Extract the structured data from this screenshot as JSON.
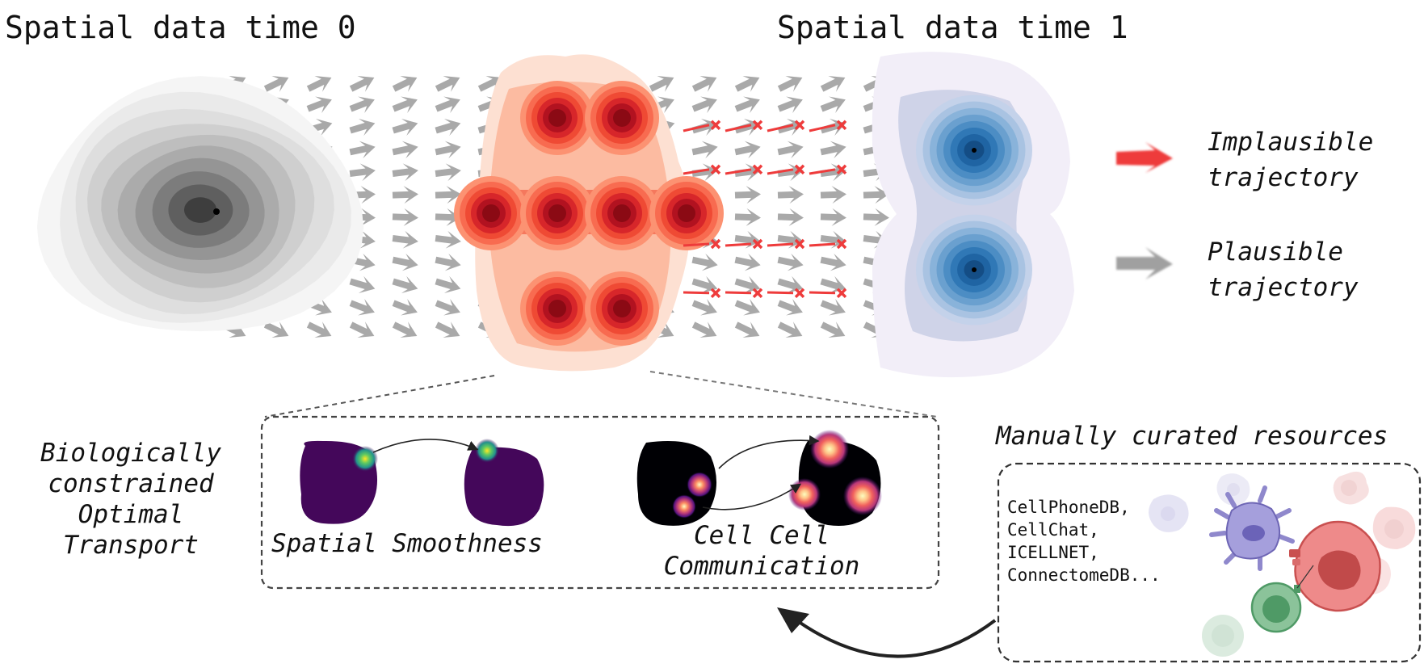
{
  "titles": {
    "time0": "Spatial data time 0",
    "time1": "Spatial data time 1"
  },
  "legend": {
    "implausible_line1": "Implausible",
    "implausible_line2": "trajectory",
    "plausible_line1": "Plausible",
    "plausible_line2": "trajectory",
    "implausible_color": "#ee3b3b",
    "plausible_color": "#a0a0a0"
  },
  "method": {
    "line1": "Biologically",
    "line2": "constrained",
    "line3": "Optimal",
    "line4": "Transport"
  },
  "constraints": {
    "smoothness": "Spatial Smoothness",
    "ccc_line1": "Cell Cell",
    "ccc_line2": "Communication"
  },
  "resources": {
    "heading": "Manually curated resources",
    "items": [
      "CellPhoneDB,",
      "CellChat,",
      "ICELLNET,",
      "ConnectomeDB..."
    ]
  },
  "colors": {
    "time0": "#2b2b2b",
    "intermediate": "#8b0a14",
    "time1": "#1f6fae",
    "viridis_dark": "#44075a",
    "magma_dark": "#000004"
  }
}
